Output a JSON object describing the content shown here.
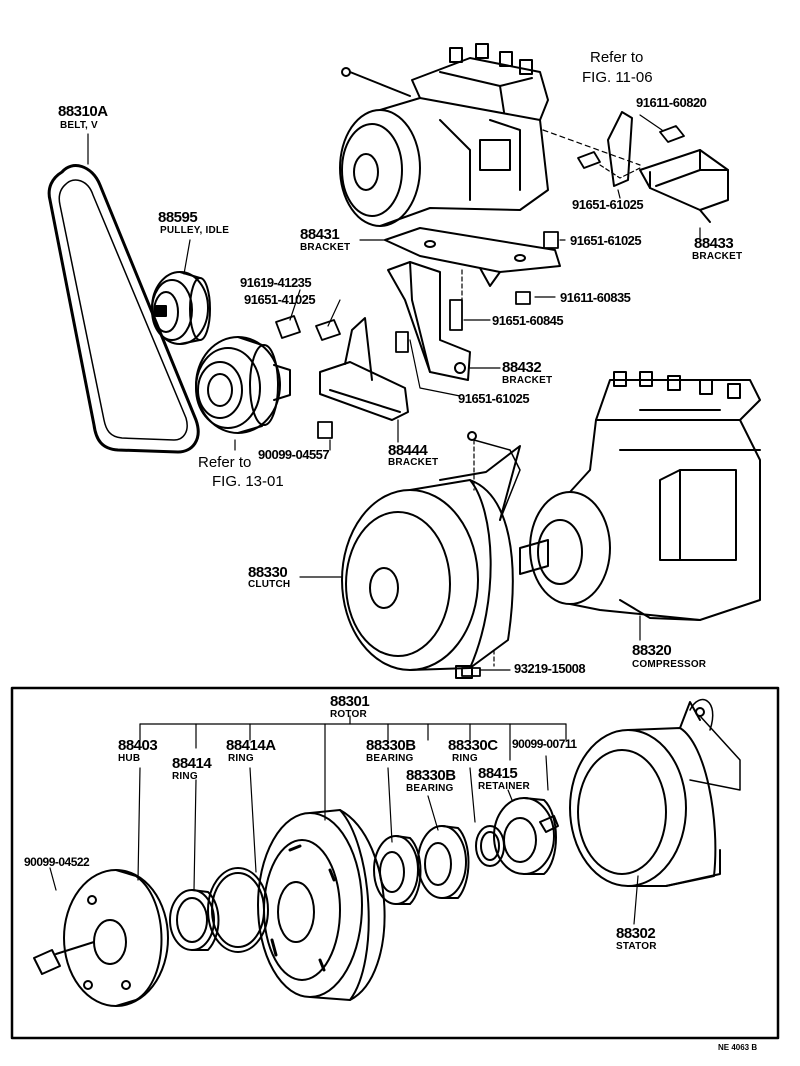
{
  "parts": {
    "belt": {
      "number": "88310A",
      "name": "BELT, V"
    },
    "idle_pulley": {
      "number": "88595",
      "name": "PULLEY, IDLE"
    },
    "bracket_88431": {
      "number": "88431",
      "name": "BRACKET"
    },
    "bracket_88433": {
      "number": "88433",
      "name": "BRACKET"
    },
    "bracket_88432": {
      "number": "88432",
      "name": "BRACKET"
    },
    "bracket_88444": {
      "number": "88444",
      "name": "BRACKET"
    },
    "clutch": {
      "number": "88330",
      "name": "CLUTCH"
    },
    "compressor": {
      "number": "88320",
      "name": "COMPRESSOR"
    },
    "rotor": {
      "number": "88301",
      "name": "ROTOR"
    },
    "hub": {
      "number": "88403",
      "name": "HUB"
    },
    "ring_88414": {
      "number": "88414",
      "name": "RING"
    },
    "ring_88414a": {
      "number": "88414A",
      "name": "RING"
    },
    "bearing_upper": {
      "number": "88330B",
      "name": "BEARING"
    },
    "bearing_lower": {
      "number": "88330B",
      "name": "BEARING"
    },
    "ring_88330c": {
      "number": "88330C",
      "name": "RING"
    },
    "retainer": {
      "number": "88415",
      "name": "RETAINER"
    },
    "stator": {
      "number": "88302",
      "name": "STATOR"
    }
  },
  "fasteners": {
    "f_91611_60820": "91611-60820",
    "f_91651_61025_a": "91651-61025",
    "f_91651_61025_b": "91651-61025",
    "f_91611_60835": "91611-60835",
    "f_91651_60845": "91651-60845",
    "f_91619_41235": "91619-41235",
    "f_91651_41025": "91651-41025",
    "f_91651_61025_c": "91651-61025",
    "f_90099_04557": "90099-04557",
    "f_93219_15008": "93219-15008",
    "f_90099_00711": "90099-00711",
    "f_90099_04522": "90099-04522"
  },
  "references": {
    "fig_11_06": {
      "line1": "Refer to",
      "line2": "FIG. 11-06"
    },
    "fig_13_01": {
      "line1": "Refer to",
      "line2": "FIG. 13-01"
    }
  },
  "drawing_code": "NE 4063 B"
}
